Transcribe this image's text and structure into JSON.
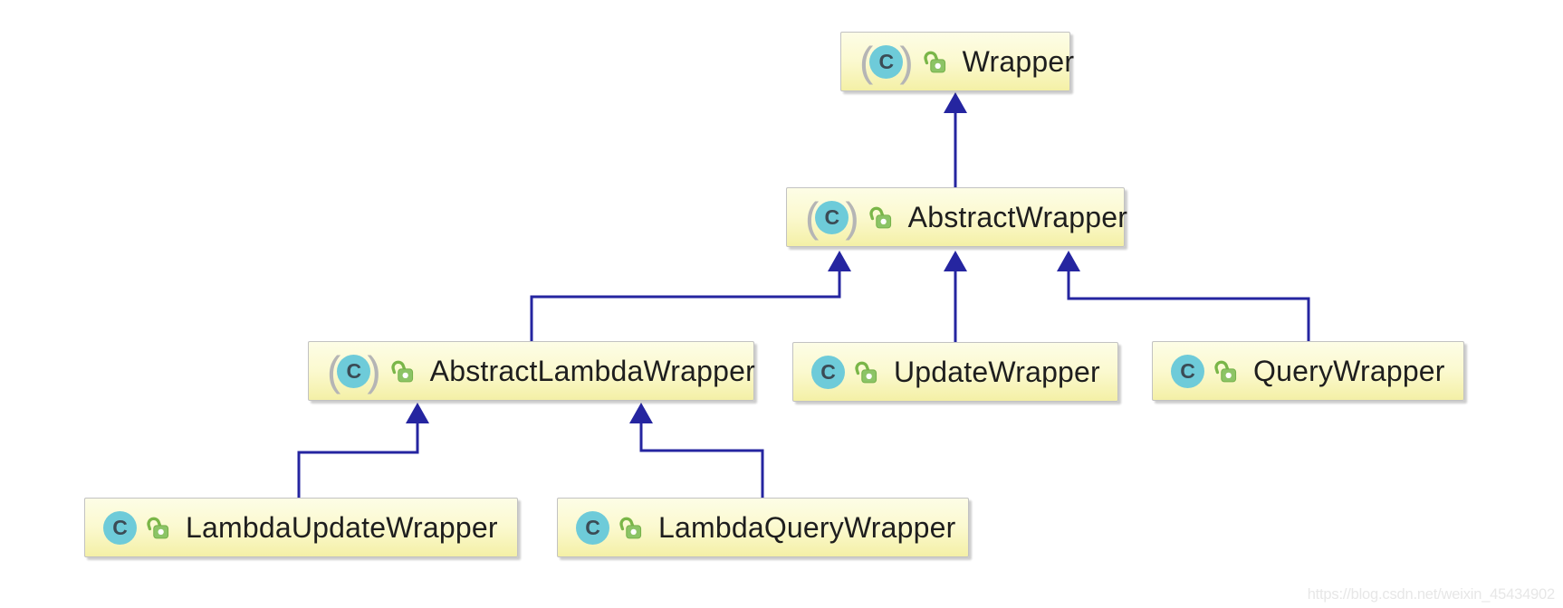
{
  "diagram": {
    "type": "uml-class-inheritance",
    "nodes": [
      {
        "id": "wrapper",
        "label": "Wrapper",
        "kind": "abstract-class",
        "visibility": "public"
      },
      {
        "id": "abstract-wrapper",
        "label": "AbstractWrapper",
        "kind": "abstract-class",
        "visibility": "public"
      },
      {
        "id": "abstract-lambda-wrapper",
        "label": "AbstractLambdaWrapper",
        "kind": "abstract-class",
        "visibility": "public"
      },
      {
        "id": "update-wrapper",
        "label": "UpdateWrapper",
        "kind": "class",
        "visibility": "public"
      },
      {
        "id": "query-wrapper",
        "label": "QueryWrapper",
        "kind": "class",
        "visibility": "public"
      },
      {
        "id": "lambda-update-wrapper",
        "label": "LambdaUpdateWrapper",
        "kind": "class",
        "visibility": "public"
      },
      {
        "id": "lambda-query-wrapper",
        "label": "LambdaQueryWrapper",
        "kind": "class",
        "visibility": "public"
      }
    ],
    "edges": [
      {
        "from": "AbstractWrapper",
        "to": "Wrapper",
        "type": "extends"
      },
      {
        "from": "AbstractLambdaWrapper",
        "to": "AbstractWrapper",
        "type": "extends"
      },
      {
        "from": "UpdateWrapper",
        "to": "AbstractWrapper",
        "type": "extends"
      },
      {
        "from": "QueryWrapper",
        "to": "AbstractWrapper",
        "type": "extends"
      },
      {
        "from": "LambdaUpdateWrapper",
        "to": "AbstractLambdaWrapper",
        "type": "extends"
      },
      {
        "from": "LambdaQueryWrapper",
        "to": "AbstractLambdaWrapper",
        "type": "extends"
      }
    ],
    "icons": {
      "class_icon": "C",
      "paren_left": "(",
      "paren_right": ")",
      "lock_icon": "open-padlock"
    },
    "colors": {
      "node_fill_top": "#FDFDE6",
      "node_fill_bottom": "#F4F0A6",
      "node_border": "#C2C2C2",
      "edge": "#2525A0",
      "class_icon_bg": "#6ECBD9",
      "class_icon_text": "#3B4B55",
      "lock_green": "#7AB648"
    }
  },
  "watermark": {
    "text": "https://blog.csdn.net/weixin_45434902"
  }
}
